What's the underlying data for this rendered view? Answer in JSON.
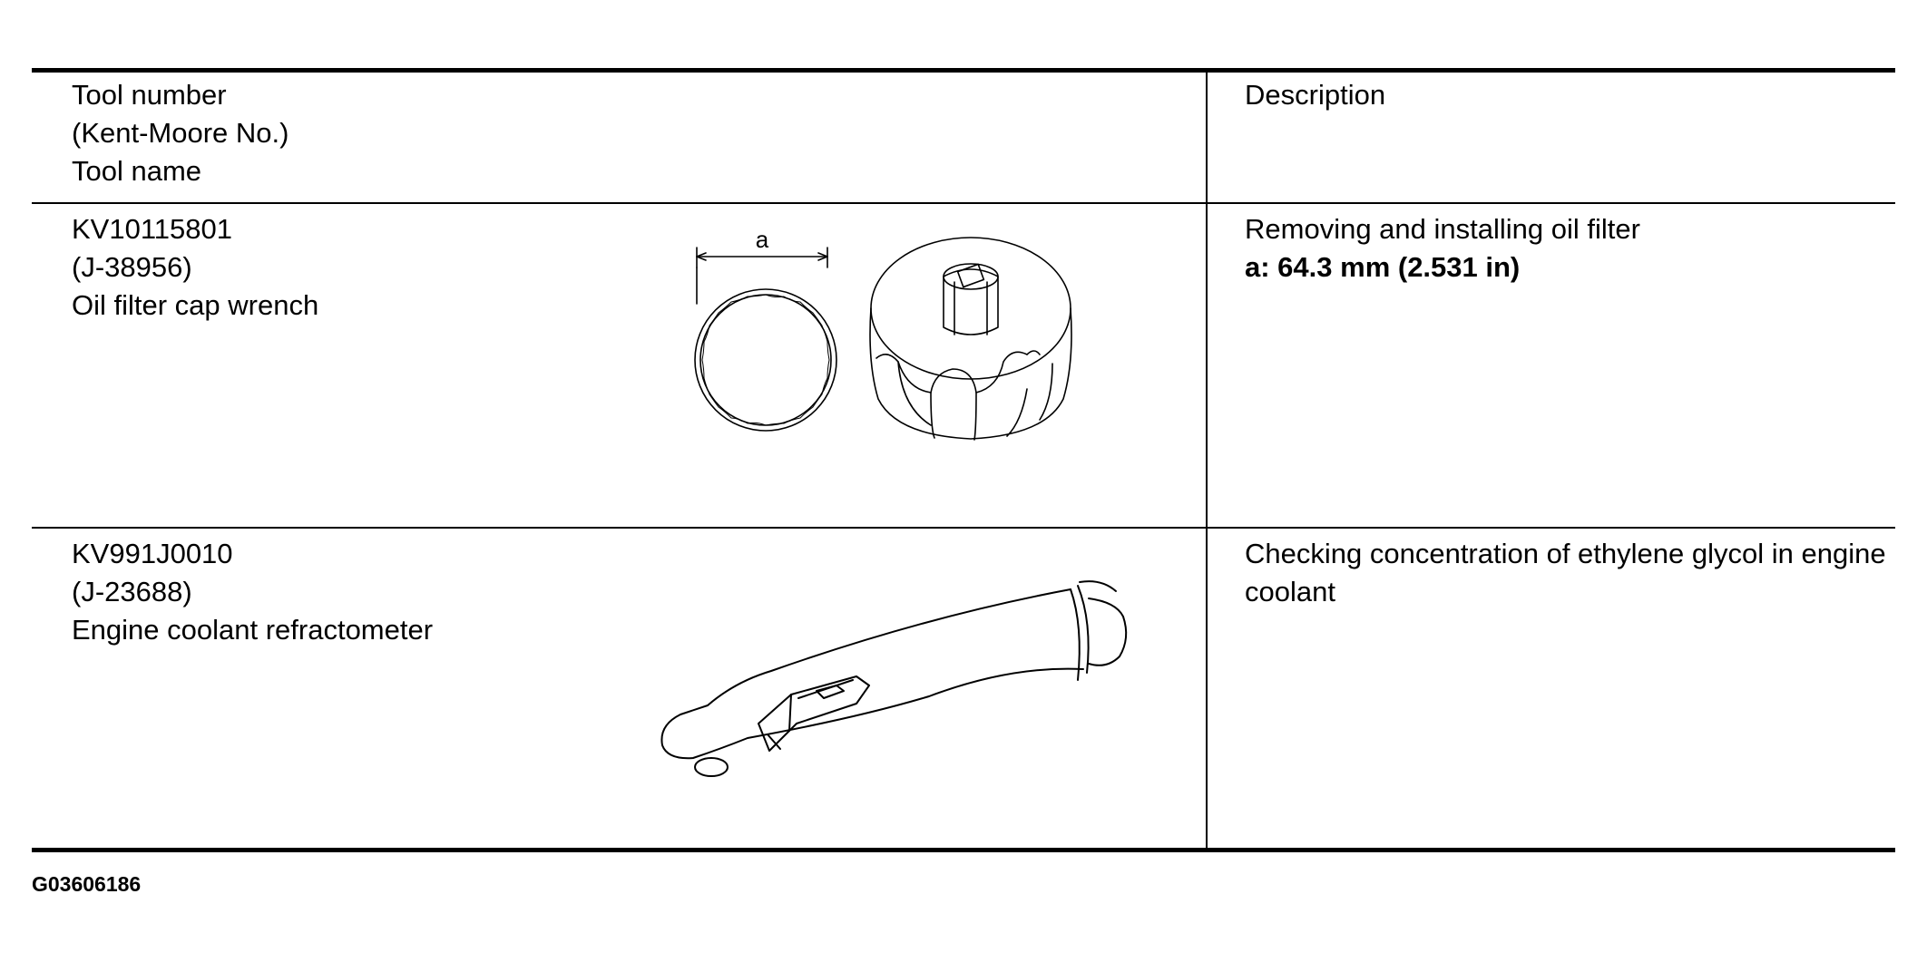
{
  "table": {
    "header": {
      "tool_col_lines": [
        "Tool number",
        "(Kent-Moore No.)",
        "Tool name"
      ],
      "description": "Description"
    },
    "rows": [
      {
        "tool_number": "KV10115801",
        "kent_moore": "(J-38956)",
        "tool_name": "Oil filter cap wrench",
        "illustration_icon": "oil-filter-cap-wrench-illustration",
        "dimension_label": "a",
        "description": "Removing and installing oil filter",
        "spec": "a: 64.3 mm (2.531 in)"
      },
      {
        "tool_number": "KV991J0010",
        "kent_moore": "(J-23688)",
        "tool_name": "Engine coolant refractometer",
        "illustration_icon": "refractometer-illustration",
        "description": "Checking concentration of ethylene glycol in engine coolant"
      }
    ]
  },
  "figure_id": "G03606186"
}
